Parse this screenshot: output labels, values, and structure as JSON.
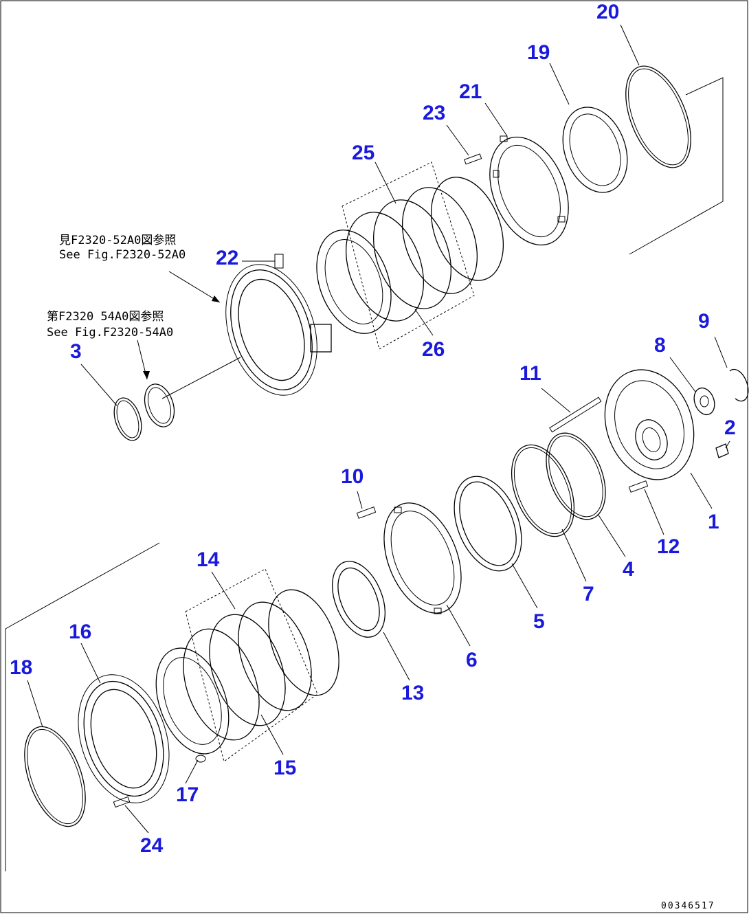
{
  "diagram": {
    "references": [
      {
        "line1": "見F2320-52A0図参照",
        "line2": "See Fig.F2320-52A0"
      },
      {
        "line1": "第F2320 54A0図参照",
        "line2": "See Fig.F2320-54A0"
      }
    ],
    "figure_number": "00346517",
    "callouts": {
      "c1": "1",
      "c2": "2",
      "c3": "3",
      "c4": "4",
      "c5": "5",
      "c6": "6",
      "c7": "7",
      "c8": "8",
      "c9": "9",
      "c10": "10",
      "c11": "11",
      "c12": "12",
      "c13": "13",
      "c14": "14",
      "c15": "15",
      "c16": "16",
      "c17": "17",
      "c18": "18",
      "c19": "19",
      "c20": "20",
      "c21": "21",
      "c22": "22",
      "c23": "23",
      "c24": "24",
      "c25": "25",
      "c26": "26"
    }
  },
  "colors": {
    "callout": "#1a1adc",
    "line": "#000000",
    "background": "#ffffff"
  }
}
